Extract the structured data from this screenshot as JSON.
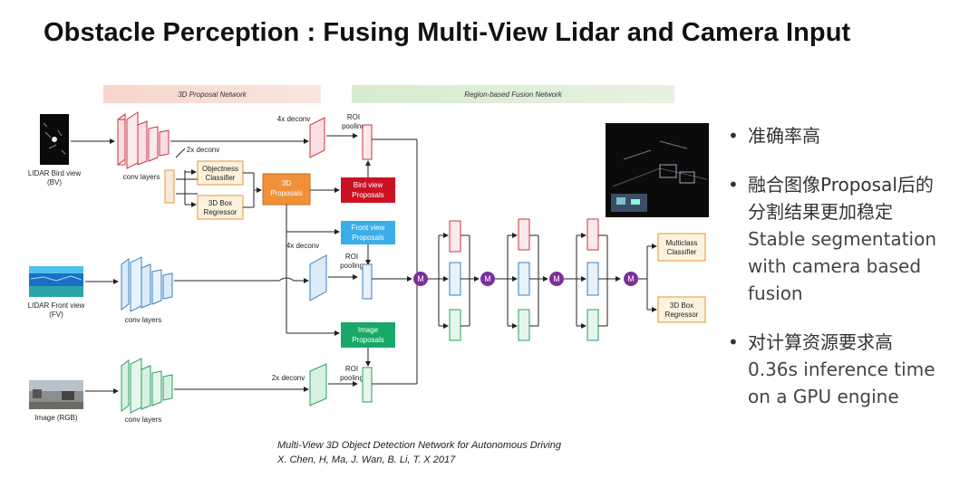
{
  "slide": {
    "title": "Obstacle Perception : Fusing Multi-View Lidar and Camera Input"
  },
  "diagram": {
    "headers": {
      "proposal_network": "3D Proposal Network",
      "fusion_network": "Region-based Fusion Network"
    },
    "inputs": {
      "bird_view": [
        "LIDAR Bird view",
        "(BV)"
      ],
      "front_view": [
        "LIDAR Front view",
        "(FV)"
      ],
      "image": "Image (RGB)"
    },
    "labels": {
      "conv_layers": "conv layers",
      "deconv_4x": "4x deconv",
      "deconv_2x": "2x deconv",
      "roi_pooling": [
        "ROI",
        "pooling"
      ],
      "objectness": [
        "Objectness",
        "Classifier"
      ],
      "box_regressor": [
        "3D Box",
        "Regressor"
      ],
      "proposals_3d": [
        "3D",
        "Proposals"
      ],
      "bird_view_proposals": [
        "Bird view",
        "Proposals"
      ],
      "front_view_proposals": [
        "Front view",
        "Proposals"
      ],
      "image_proposals": [
        "Image",
        "Proposals"
      ],
      "multiclass": [
        "Multiclass",
        "Classifier"
      ],
      "box_regressor_out": [
        "3D Box",
        "Regressor"
      ],
      "merge": "M"
    },
    "colors": {
      "red": "#cc1122",
      "blue": "#3aaee8",
      "green": "#1aa86a",
      "orange": "#f0913a",
      "merge": "#7b2f9a"
    }
  },
  "bullets": [
    {
      "lines": [
        "准确率高"
      ]
    },
    {
      "lines": [
        "融合图像Proposal后的",
        "分割结果更加稳定",
        "Stable segmentation",
        "with camera based",
        "fusion"
      ]
    },
    {
      "lines": [
        "对计算资源要求高",
        "0.36s inference time",
        "on a GPU engine"
      ]
    }
  ],
  "bullet_marker": "•",
  "citation": [
    "Multi-View 3D Object Detection Network for Autonomous Driving",
    "X. Chen, H, Ma, J. Wan, B. Li, T. X 2017"
  ]
}
